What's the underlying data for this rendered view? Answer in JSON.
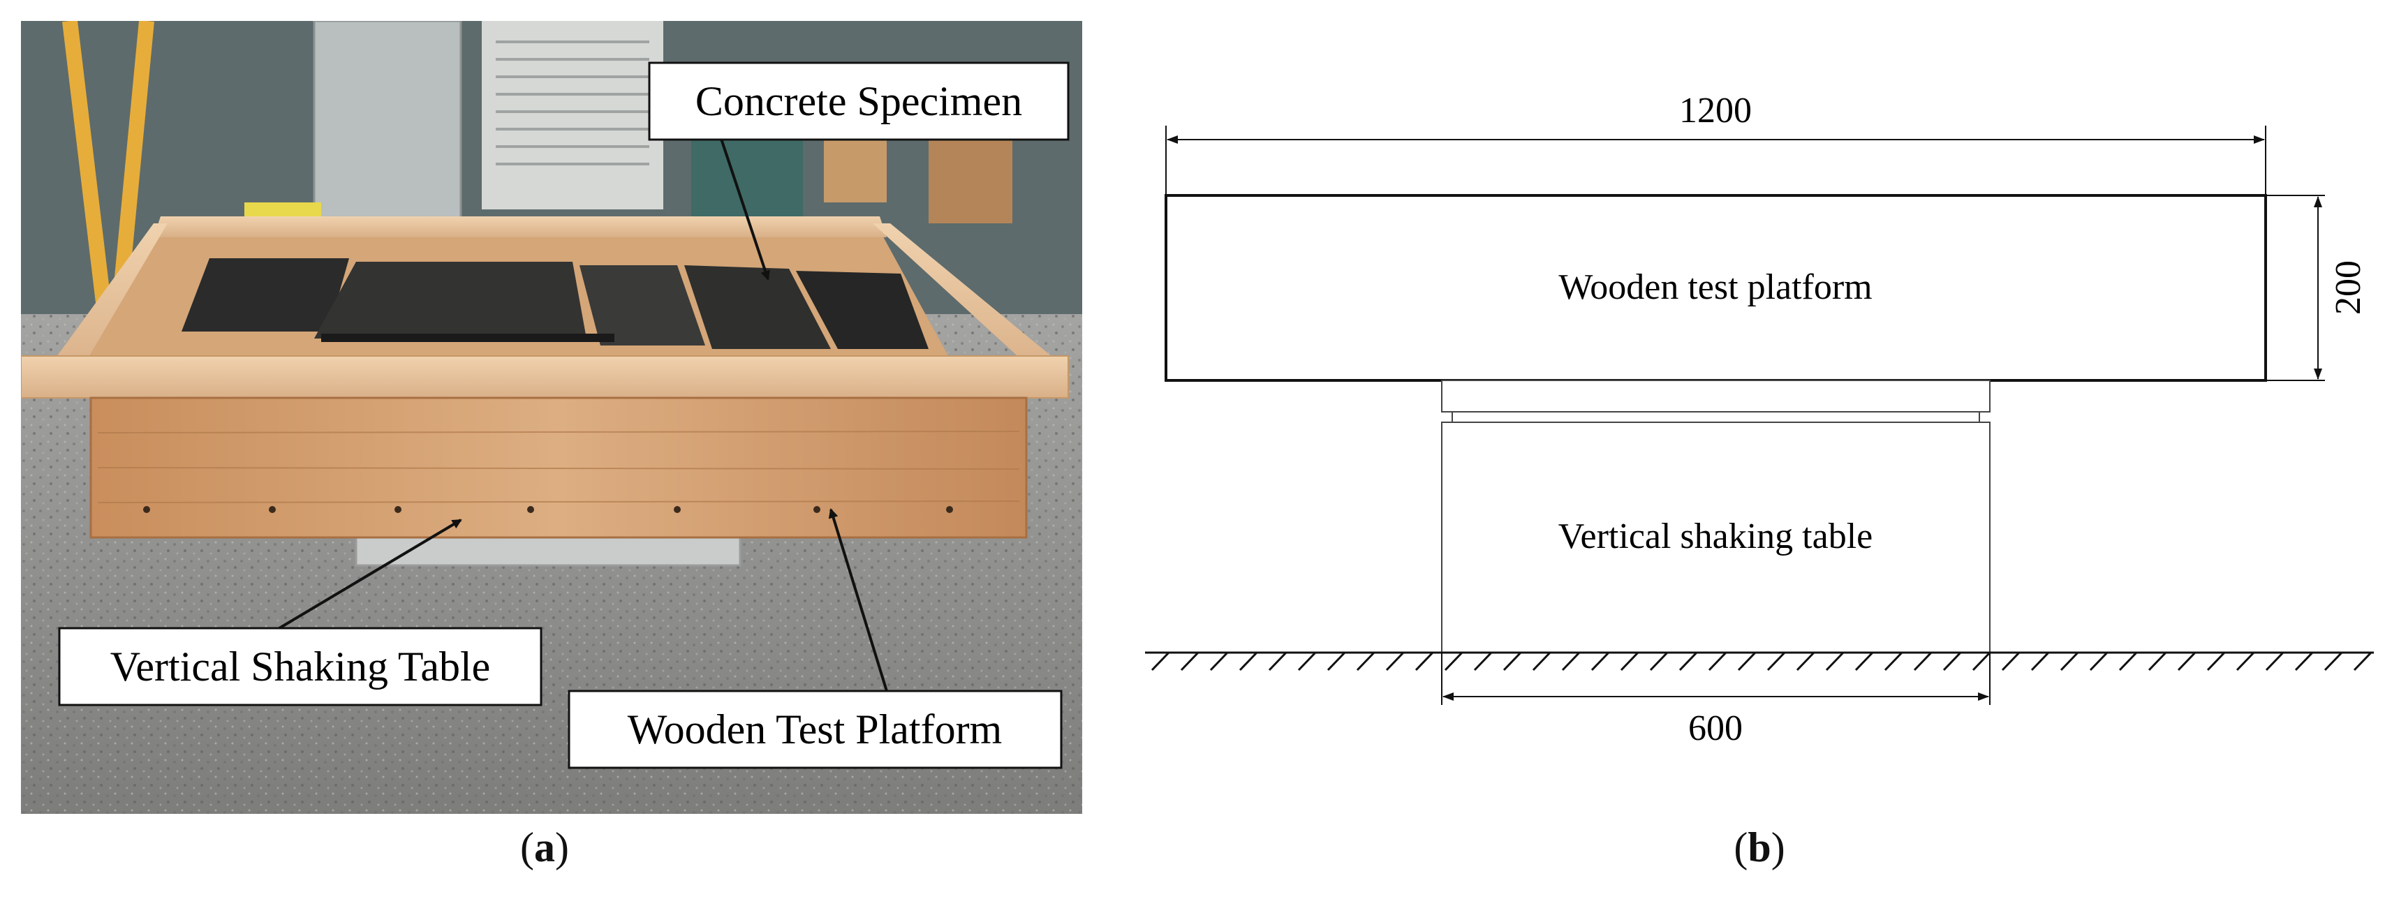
{
  "panel_a": {
    "callouts": {
      "specimen": "Concrete Specimen",
      "shaking_table": "Vertical Shaking Table",
      "platform": "Wooden Test Platform"
    },
    "caption": {
      "open": "(",
      "letter": "a",
      "close": ")"
    }
  },
  "panel_b": {
    "platform_label": "Wooden test platform",
    "table_label": "Vertical shaking table",
    "dimensions": {
      "width_top": "1200",
      "height": "200",
      "width_bottom": "600"
    },
    "caption": {
      "open": "(",
      "letter": "b",
      "close": ")"
    }
  },
  "colors": {
    "wood_light": "#e2b890",
    "wood_dark": "#c98e5c",
    "concrete_dark": "#2b2b2b",
    "floor": "#8e8e8e",
    "line": "#111111"
  }
}
